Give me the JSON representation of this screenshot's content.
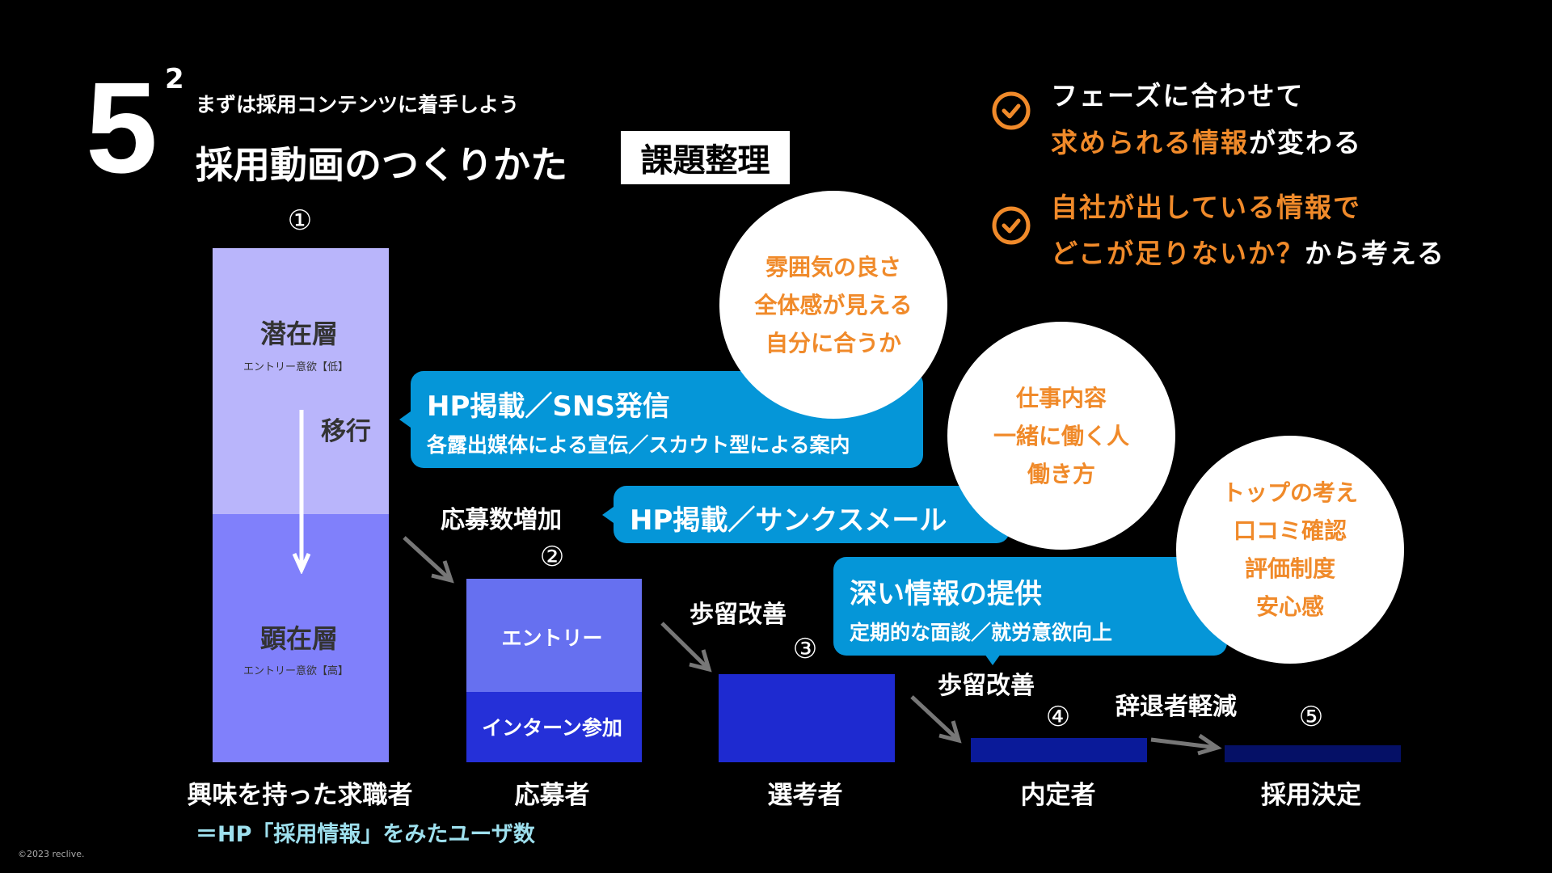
{
  "header": {
    "chapter_number": "5",
    "section_number": "2",
    "subtitle": "まずは採用コンテンツに着手しよう",
    "title": "採用動画のつくりかた",
    "tag": "課題整理"
  },
  "points": [
    {
      "line1": [
        {
          "text": "フェーズに合わせて",
          "accent": false
        }
      ],
      "line2": [
        {
          "text": "求められる情報",
          "accent": true
        },
        {
          "text": "が変わる",
          "accent": false
        }
      ]
    },
    {
      "line1": [
        {
          "text": "自社が出している情報で",
          "accent": true
        }
      ],
      "line2": [
        {
          "text": "どこが足りないか？",
          "accent": true
        },
        {
          "text": "から考える",
          "accent": false
        }
      ]
    }
  ],
  "funnel": {
    "stage1": {
      "number": "①",
      "upper_label": "潜在層",
      "upper_sub": "エントリー意欲【低】",
      "transition": "移行",
      "lower_label": "顕在層",
      "lower_sub": "エントリー意欲【高】",
      "caption": "興味を持った求職者",
      "note": "＝HP「採用情報」をみたユーザ数"
    },
    "stage2": {
      "number": "②",
      "upper_label": "エントリー",
      "lower_label": "インターン参加",
      "caption": "応募者"
    },
    "stage3": {
      "number": "③",
      "caption": "選考者"
    },
    "stage4": {
      "number": "④",
      "caption": "内定者"
    },
    "stage5": {
      "number": "⑤",
      "caption": "採用決定"
    }
  },
  "transitions": {
    "t12": "応募数増加",
    "t23": "歩留改善",
    "t34": "歩留改善",
    "t45": "辞退者軽減"
  },
  "callouts": {
    "c1": {
      "title": "HP掲載／SNS発信",
      "body": "各露出媒体による宣伝／スカウト型による案内"
    },
    "c2": {
      "title": "HP掲載／サンクスメール"
    },
    "c3": {
      "title": "深い情報の提供",
      "body": "定期的な面談／就労意欲向上"
    }
  },
  "bubbles": {
    "b1": [
      "雰囲気の良さ",
      "全体感が見える",
      "自分に合うか"
    ],
    "b2": [
      "仕事内容",
      "一緒に働く人",
      "働き方"
    ],
    "b3": [
      "トップの考え",
      "口コミ確認",
      "評価制度",
      "安心感"
    ]
  },
  "footer": {
    "copyright": "©2023 reclive."
  },
  "colors": {
    "accent": "#f08a2a",
    "callout": "#0596d8",
    "note": "#9ee0ee",
    "bar1_top": "#b9b5fb",
    "bar1_bottom": "#8080fb",
    "bar2_top": "#6670f0",
    "bar2_bottom": "#2530d8",
    "bar3": "#1e2ad0",
    "bar4": "#0a1a99",
    "bar5": "#051066"
  }
}
